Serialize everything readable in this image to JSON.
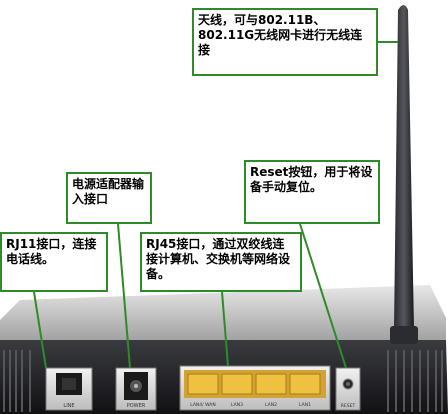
{
  "colors": {
    "callout_border": "#2f8a2a",
    "leader_line": "#2f8a2a",
    "device_body": "#1f2024",
    "device_top": "#c9c9c9",
    "panel_silver": "#d9d9d9",
    "rj45_gold": "#f0c040"
  },
  "callouts": {
    "antenna": "天线，可与802.11B、802.11G无线网卡进行无线连接",
    "power": "电源适配器输入接口",
    "reset": "Reset按钮，用于将设备手动复位。",
    "rj11": "RJ11接口，连接电话线。",
    "rj45": "RJ45接口，通过双绞线连接计算机、交换机等网络设备。"
  },
  "port_labels": {
    "line": "LINE",
    "power": "POWER",
    "lan": [
      "LAN4/ WAN",
      "LAN3",
      "LAN2",
      "LAN1"
    ],
    "reset": "RESET"
  }
}
